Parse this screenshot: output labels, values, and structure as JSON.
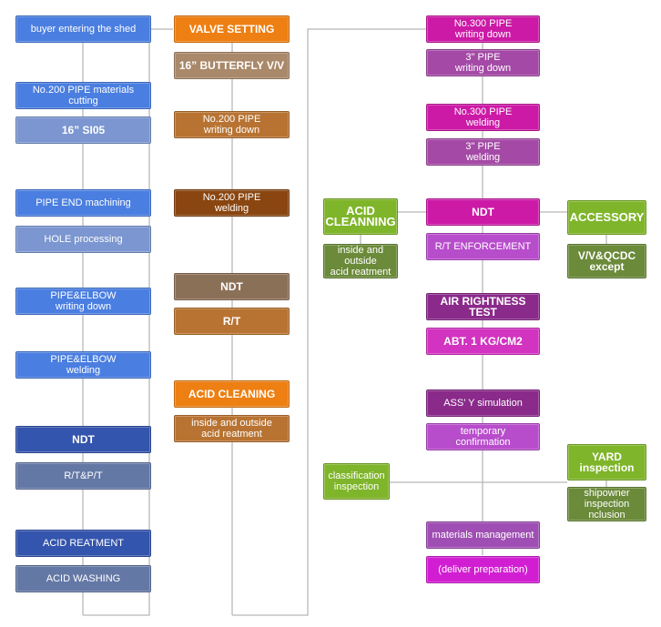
{
  "column1": [
    "buyer entering the shed",
    "No.200 PIPE materials\ncutting",
    "16”   SI05",
    "PIPE END machining",
    "HOLE  processing",
    "PIPE&ELBOW\nwriting down",
    "PIPE&ELBOW\nwelding",
    "NDT",
    "R/T&P/T",
    "ACID REATMENT",
    "ACID WASHING"
  ],
  "column2": [
    "VALVE SETTING",
    "16”  BUTTERFLY V/V",
    "No.200 PIPE\nwriting down",
    "No.200 PIPE\nwelding",
    "NDT",
    "R/T",
    "ACID CLEANING",
    "inside and outside\nacid reatment"
  ],
  "column3": [
    "No.300 PIPE\nwriting down",
    "3\" PIPE\nwriting down",
    "No.300 PIPE\nwelding",
    "3\" PIPE\nwelding",
    "NDT",
    "R/T ENFORCEMENT",
    "AIR RIGHTNESS TEST",
    "ABT. 1 KG/CM2",
    "ASS’ Y  simulation",
    "temporary\nconfirmation",
    "materials management",
    "(deliver preparation)"
  ],
  "left_branch": [
    "ACID\nCLEANNING",
    "inside and\noutside\nacid reatment",
    "classification\ninspection"
  ],
  "right_branch": [
    "ACCESSORY",
    "V/V&QCDC\nexcept",
    "YARD\ninspection",
    "shipowner\ninspection\nnclusion"
  ],
  "colors": {
    "connector": "#b8b8b8",
    "column1_primary": "#4a7ee0",
    "column2_primary": "#ee7f12",
    "column3_primary": "#cc1aa6",
    "branch_primary": "#7fb52a"
  }
}
